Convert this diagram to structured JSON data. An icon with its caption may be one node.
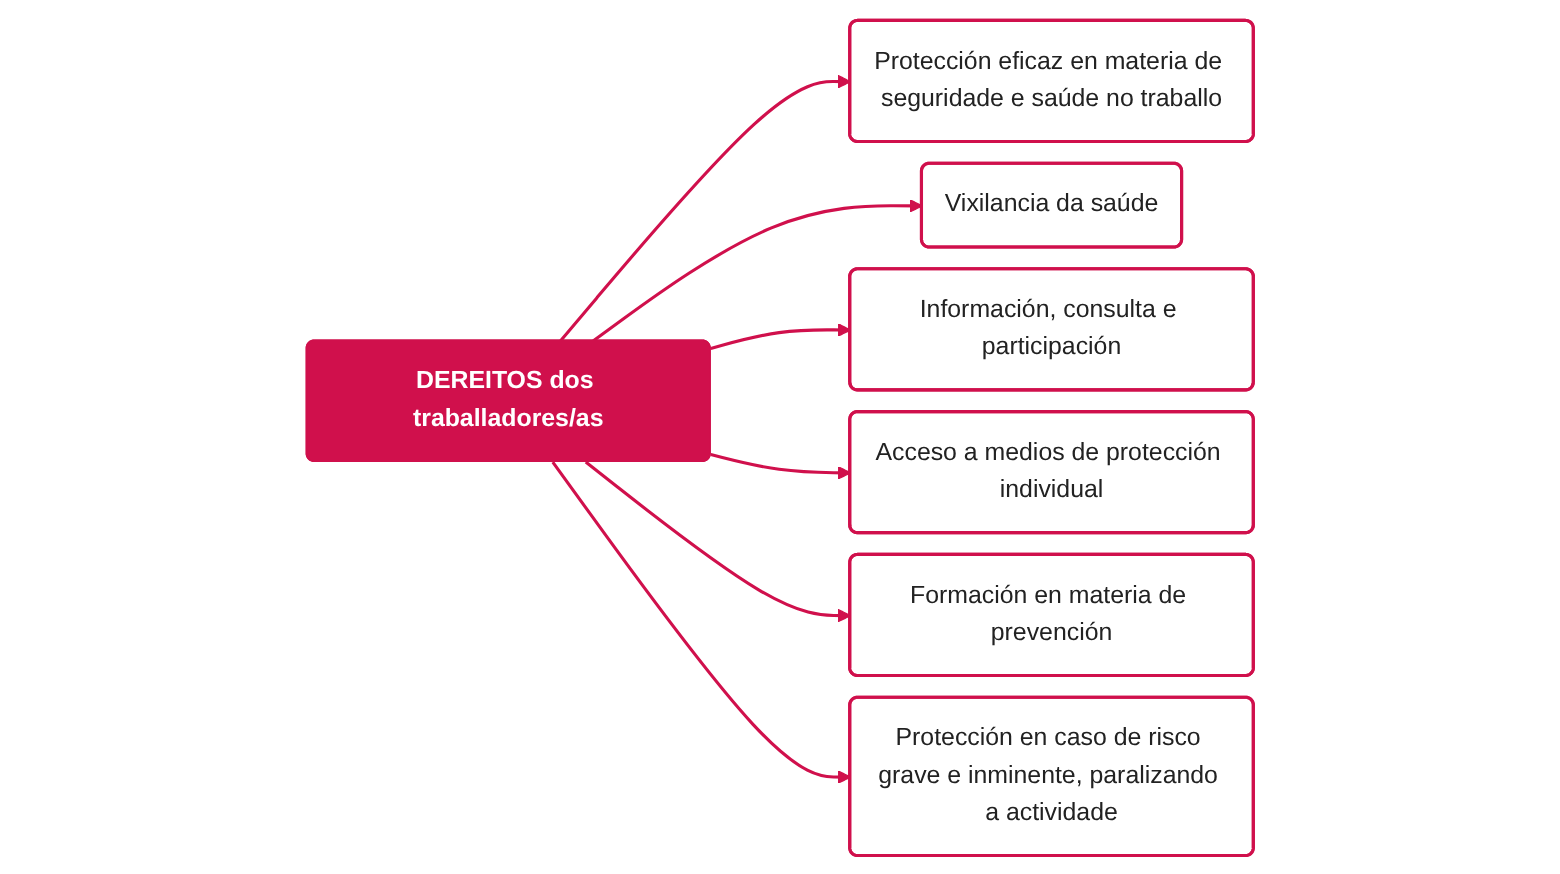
{
  "diagram": {
    "nodes": [
      {
        "text": [
          "Protección eficaz en materia de seguridade e saúde no traballo"
        ]
      },
      {
        "text": [
          "Vixilancia da saúde"
        ]
      },
      {
        "text": [
          "DEREITOS dos traballadores/as"
        ]
      },
      {
        "text": [
          "Información, consulta e participación"
        ]
      },
      {
        "text": [
          "Acceso a medios de protección individual"
        ]
      },
      {
        "text": [
          "Formación en materia de prevención"
        ]
      },
      {
        "text": [
          "Protección en caso de risco grave e inminente, paralizando a actividade"
        ]
      }
    ],
    "edges": [
      {
        "from": 2,
        "to": 0,
        "arrow": "to"
      },
      {
        "from": 2,
        "to": 1,
        "arrow": "to"
      },
      {
        "from": 2,
        "to": 3,
        "arrow": "to"
      },
      {
        "from": 2,
        "to": 4,
        "arrow": "to"
      },
      {
        "from": 2,
        "to": 5,
        "arrow": "to"
      },
      {
        "from": 2,
        "to": 6,
        "arrow": "to"
      }
    ]
  }
}
